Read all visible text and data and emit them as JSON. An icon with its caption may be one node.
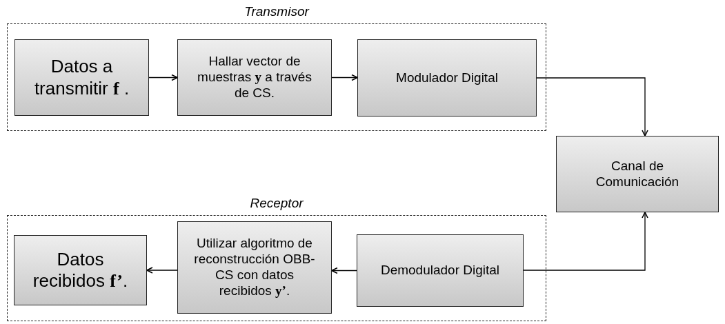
{
  "diagram": {
    "nodes": [
      {
        "text": [
          "Transmisor"
        ]
      },
      {
        "text": [
          "Datos a transmitir **f** ."
        ],
        "in": 0
      },
      {
        "text": [
          "Hallar vector de muestras **y** a través de CS."
        ],
        "in": 0
      },
      {
        "text": [
          "Modulador Digital"
        ],
        "in": 0
      },
      {
        "text": [
          "Canal de Comunicación"
        ]
      },
      {
        "text": [
          "Receptor"
        ]
      },
      {
        "text": [
          "Datos recibidos **f’**."
        ],
        "in": 5
      },
      {
        "text": [
          "Utilizar algoritmo de reconstrucción OBB-CS con datos recibidos **y’**."
        ],
        "in": 5
      },
      {
        "text": [
          "Demodulador Digital"
        ],
        "in": 5
      }
    ],
    "edges": [
      {
        "from": 1,
        "to": 2,
        "arrow": "to"
      },
      {
        "from": 2,
        "to": 3,
        "arrow": "to"
      },
      {
        "from": 3,
        "to": 4,
        "arrow": "to"
      },
      {
        "from": 8,
        "to": 4,
        "arrow": "to"
      },
      {
        "from": 8,
        "to": 7,
        "arrow": "to"
      },
      {
        "from": 7,
        "to": 6,
        "arrow": "to"
      }
    ]
  }
}
